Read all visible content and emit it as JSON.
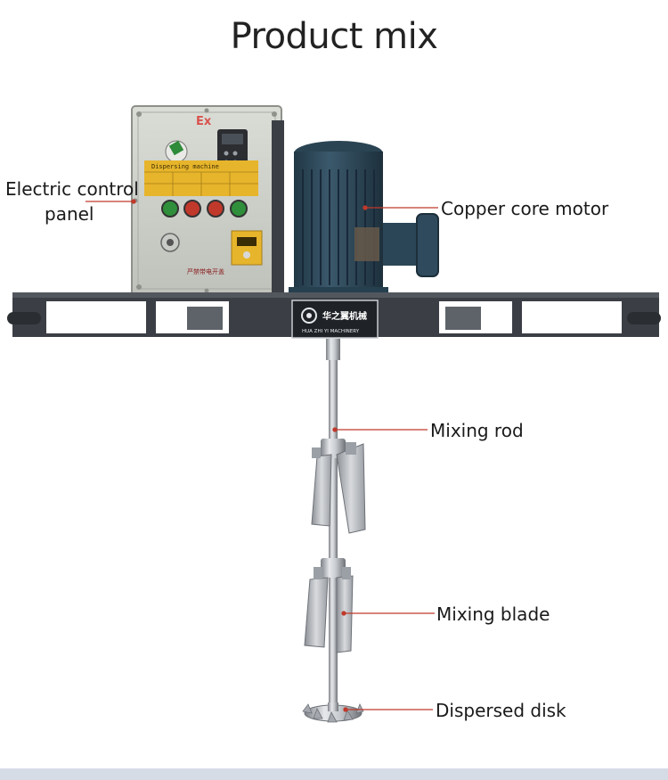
{
  "title": "Product mix",
  "labels": {
    "control_panel_line1": "Electric control",
    "control_panel_line2": "panel",
    "motor": "Copper core motor",
    "rod": "Mixing rod",
    "blade": "Mixing blade",
    "disk": "Dispersed disk"
  },
  "panel": {
    "ex_mark": "Ex",
    "plate_text": "Dispersing machine",
    "footer_text": "严禁带电开盖"
  },
  "brand": {
    "name_cn": "华之翼机械",
    "name_en": "HUA ZHI YI MACHINERY"
  },
  "colors": {
    "leader_line": "#c0392b",
    "motor_blue": "#2f4a5c",
    "frame_dark": "#3b3f45",
    "steel": "#b8bcc2"
  }
}
